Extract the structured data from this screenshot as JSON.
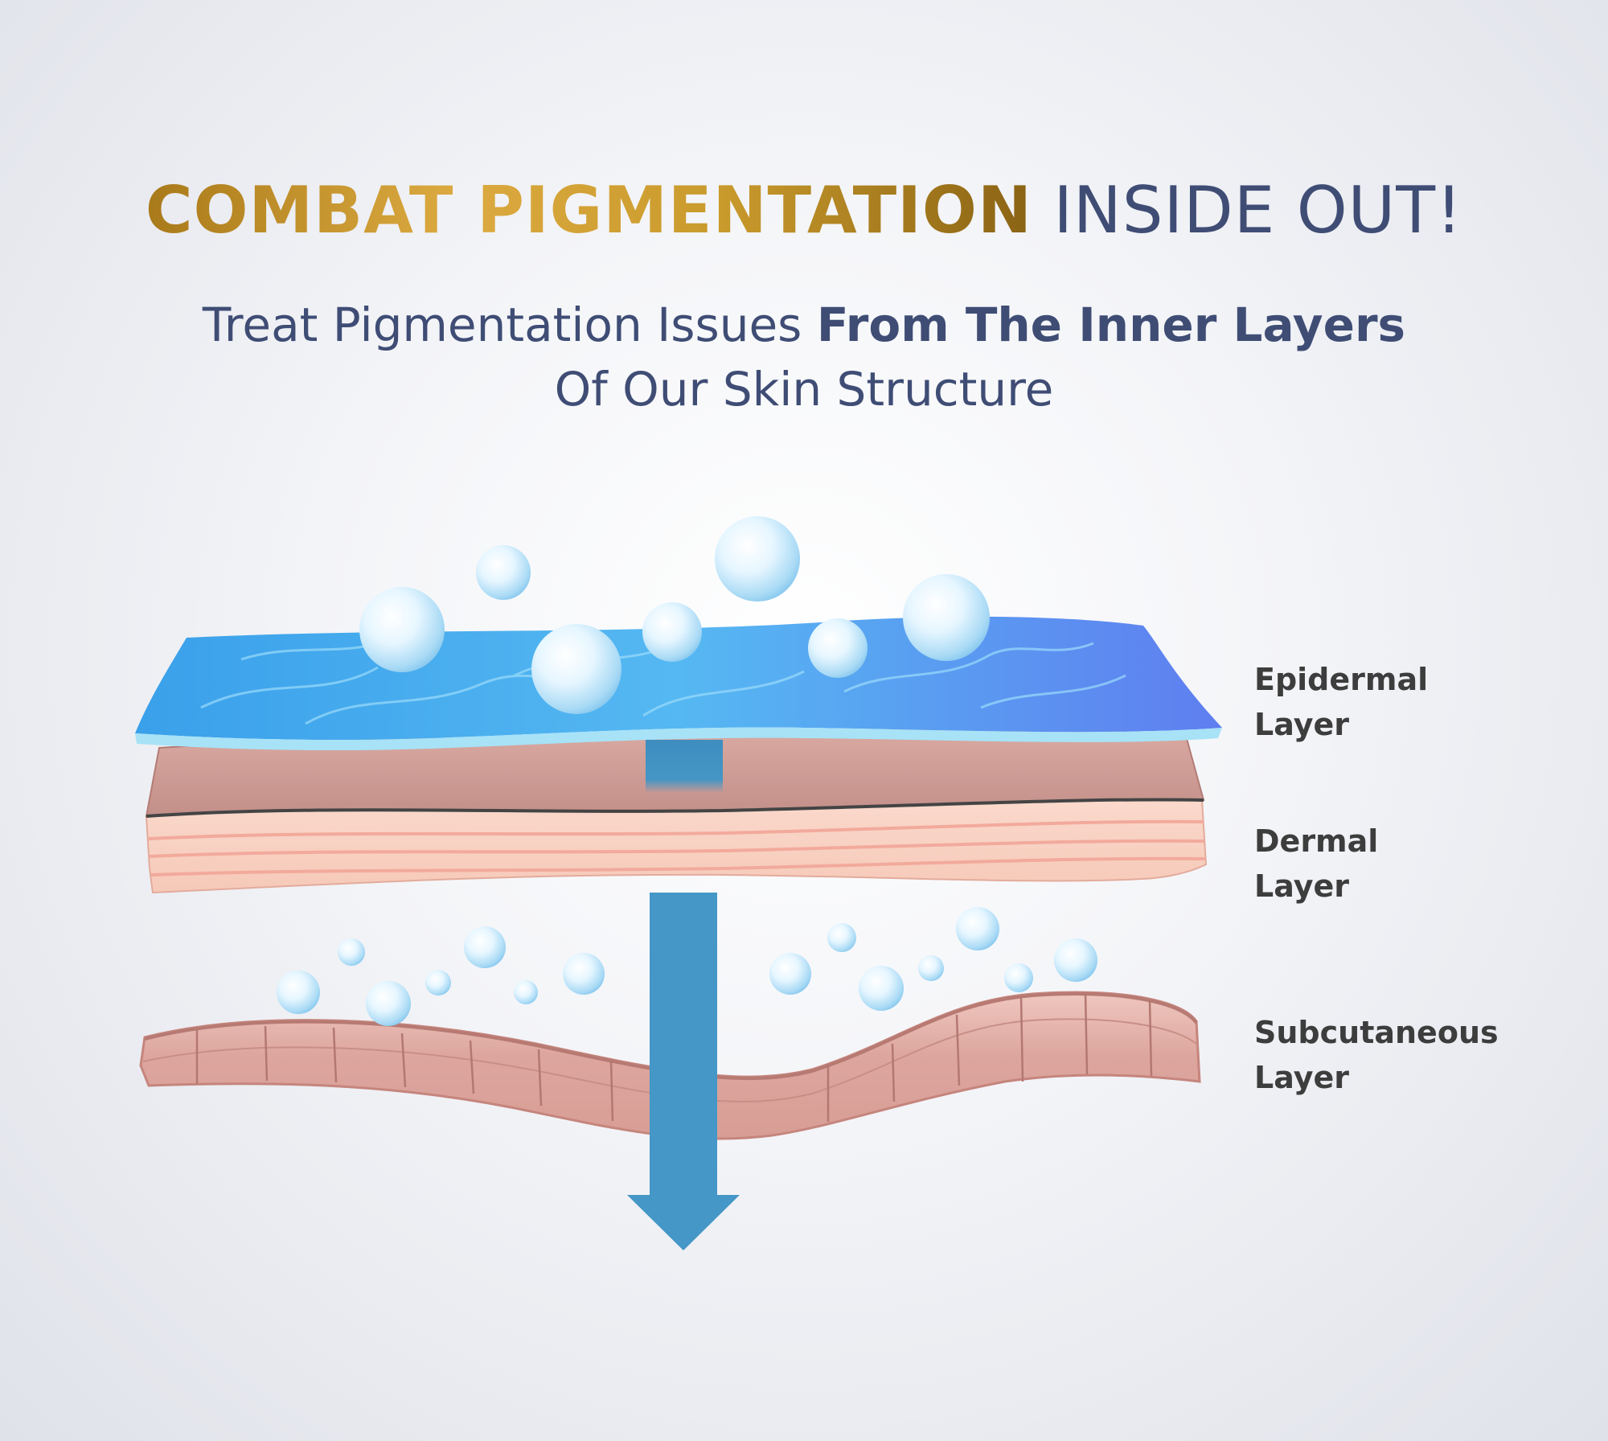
{
  "headline": {
    "highlight": "COMBAT PIGMENTATION",
    "rest": " INSIDE OUT!"
  },
  "subheading": {
    "line1_plain": "Treat Pigmentation Issues ",
    "line1_bold": "From The Inner Layers",
    "line2": "Of Our Skin Structure"
  },
  "layers": [
    {
      "line1": "Epidermal",
      "line2": "Layer"
    },
    {
      "line1": "Dermal",
      "line2": "Layer"
    },
    {
      "line1": "Subcutaneous",
      "line2": "Layer"
    }
  ],
  "colors": {
    "gold": "#c99a2c",
    "navy": "#3f4d75",
    "epidermis": "#4aa8ee",
    "dermis_top": "#cc9a93",
    "dermis_bottom": "#f7cbbb",
    "subcutaneous": "#dca59d",
    "arrow": "#4497c6"
  }
}
